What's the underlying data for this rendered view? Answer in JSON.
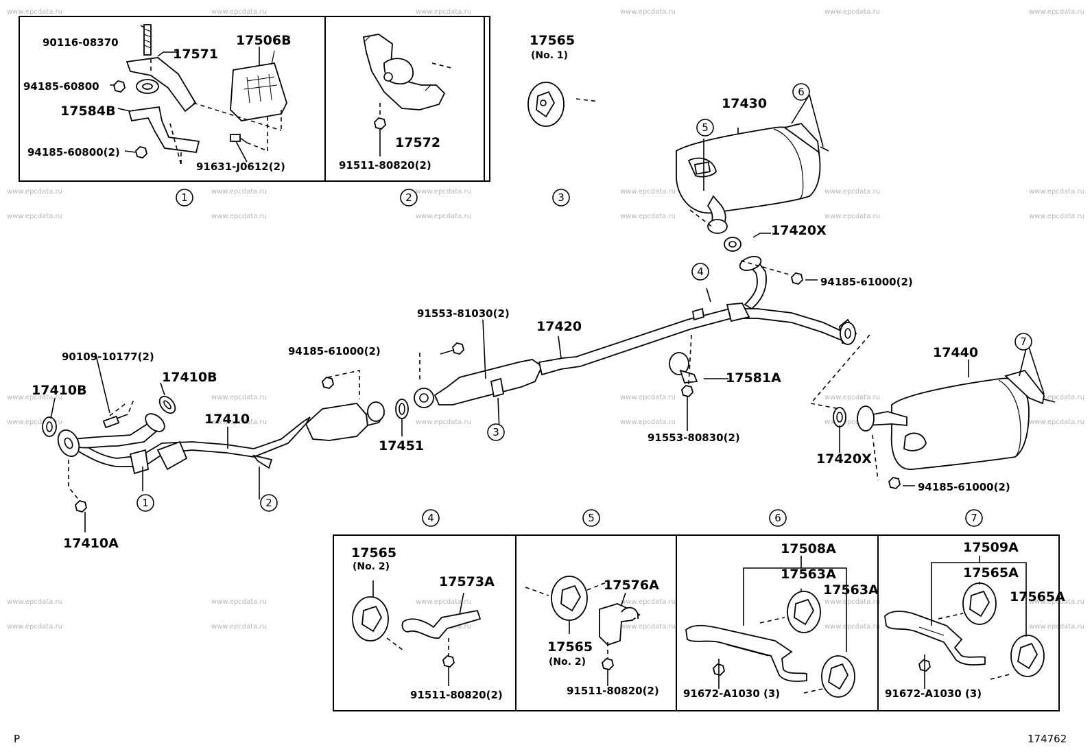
{
  "watermark": "www.epcdata.ru",
  "footer": {
    "left": "P",
    "right": "174762"
  },
  "callouts": [
    "1",
    "2",
    "3",
    "4",
    "5",
    "6",
    "7"
  ],
  "box1": {
    "labels": [
      "90116-08370",
      "17571",
      "17506B",
      "94185-60800",
      "17584B",
      "94185-60800(2)",
      "91631-J0612(2)"
    ]
  },
  "box2": {
    "labels": [
      "17572",
      "91511-80820(2)"
    ]
  },
  "box3": {
    "labels": [
      "17565",
      "(No. 1)"
    ]
  },
  "main": {
    "labels": [
      "17430",
      "17420X",
      "94185-61000(2)",
      "91553-81030(2)",
      "17420",
      "94185-61000(2)",
      "17581A",
      "91553-80830(2)",
      "17440",
      "17420X",
      "94185-61000(2)",
      "90109-10177(2)",
      "17410B",
      "17410B",
      "17410",
      "17451",
      "17410A"
    ]
  },
  "box4": {
    "labels": [
      "17565",
      "(No. 2)",
      "17573A",
      "91511-80820(2)"
    ]
  },
  "box5": {
    "labels": [
      "17576A",
      "17565",
      "(No. 2)",
      "91511-80820(2)"
    ]
  },
  "box6": {
    "labels": [
      "17508A",
      "17563A",
      "17563A",
      "91672-A1030 (3)"
    ]
  },
  "box7": {
    "labels": [
      "17509A",
      "17565A",
      "17565A",
      "91672-A1030 (3)"
    ]
  }
}
